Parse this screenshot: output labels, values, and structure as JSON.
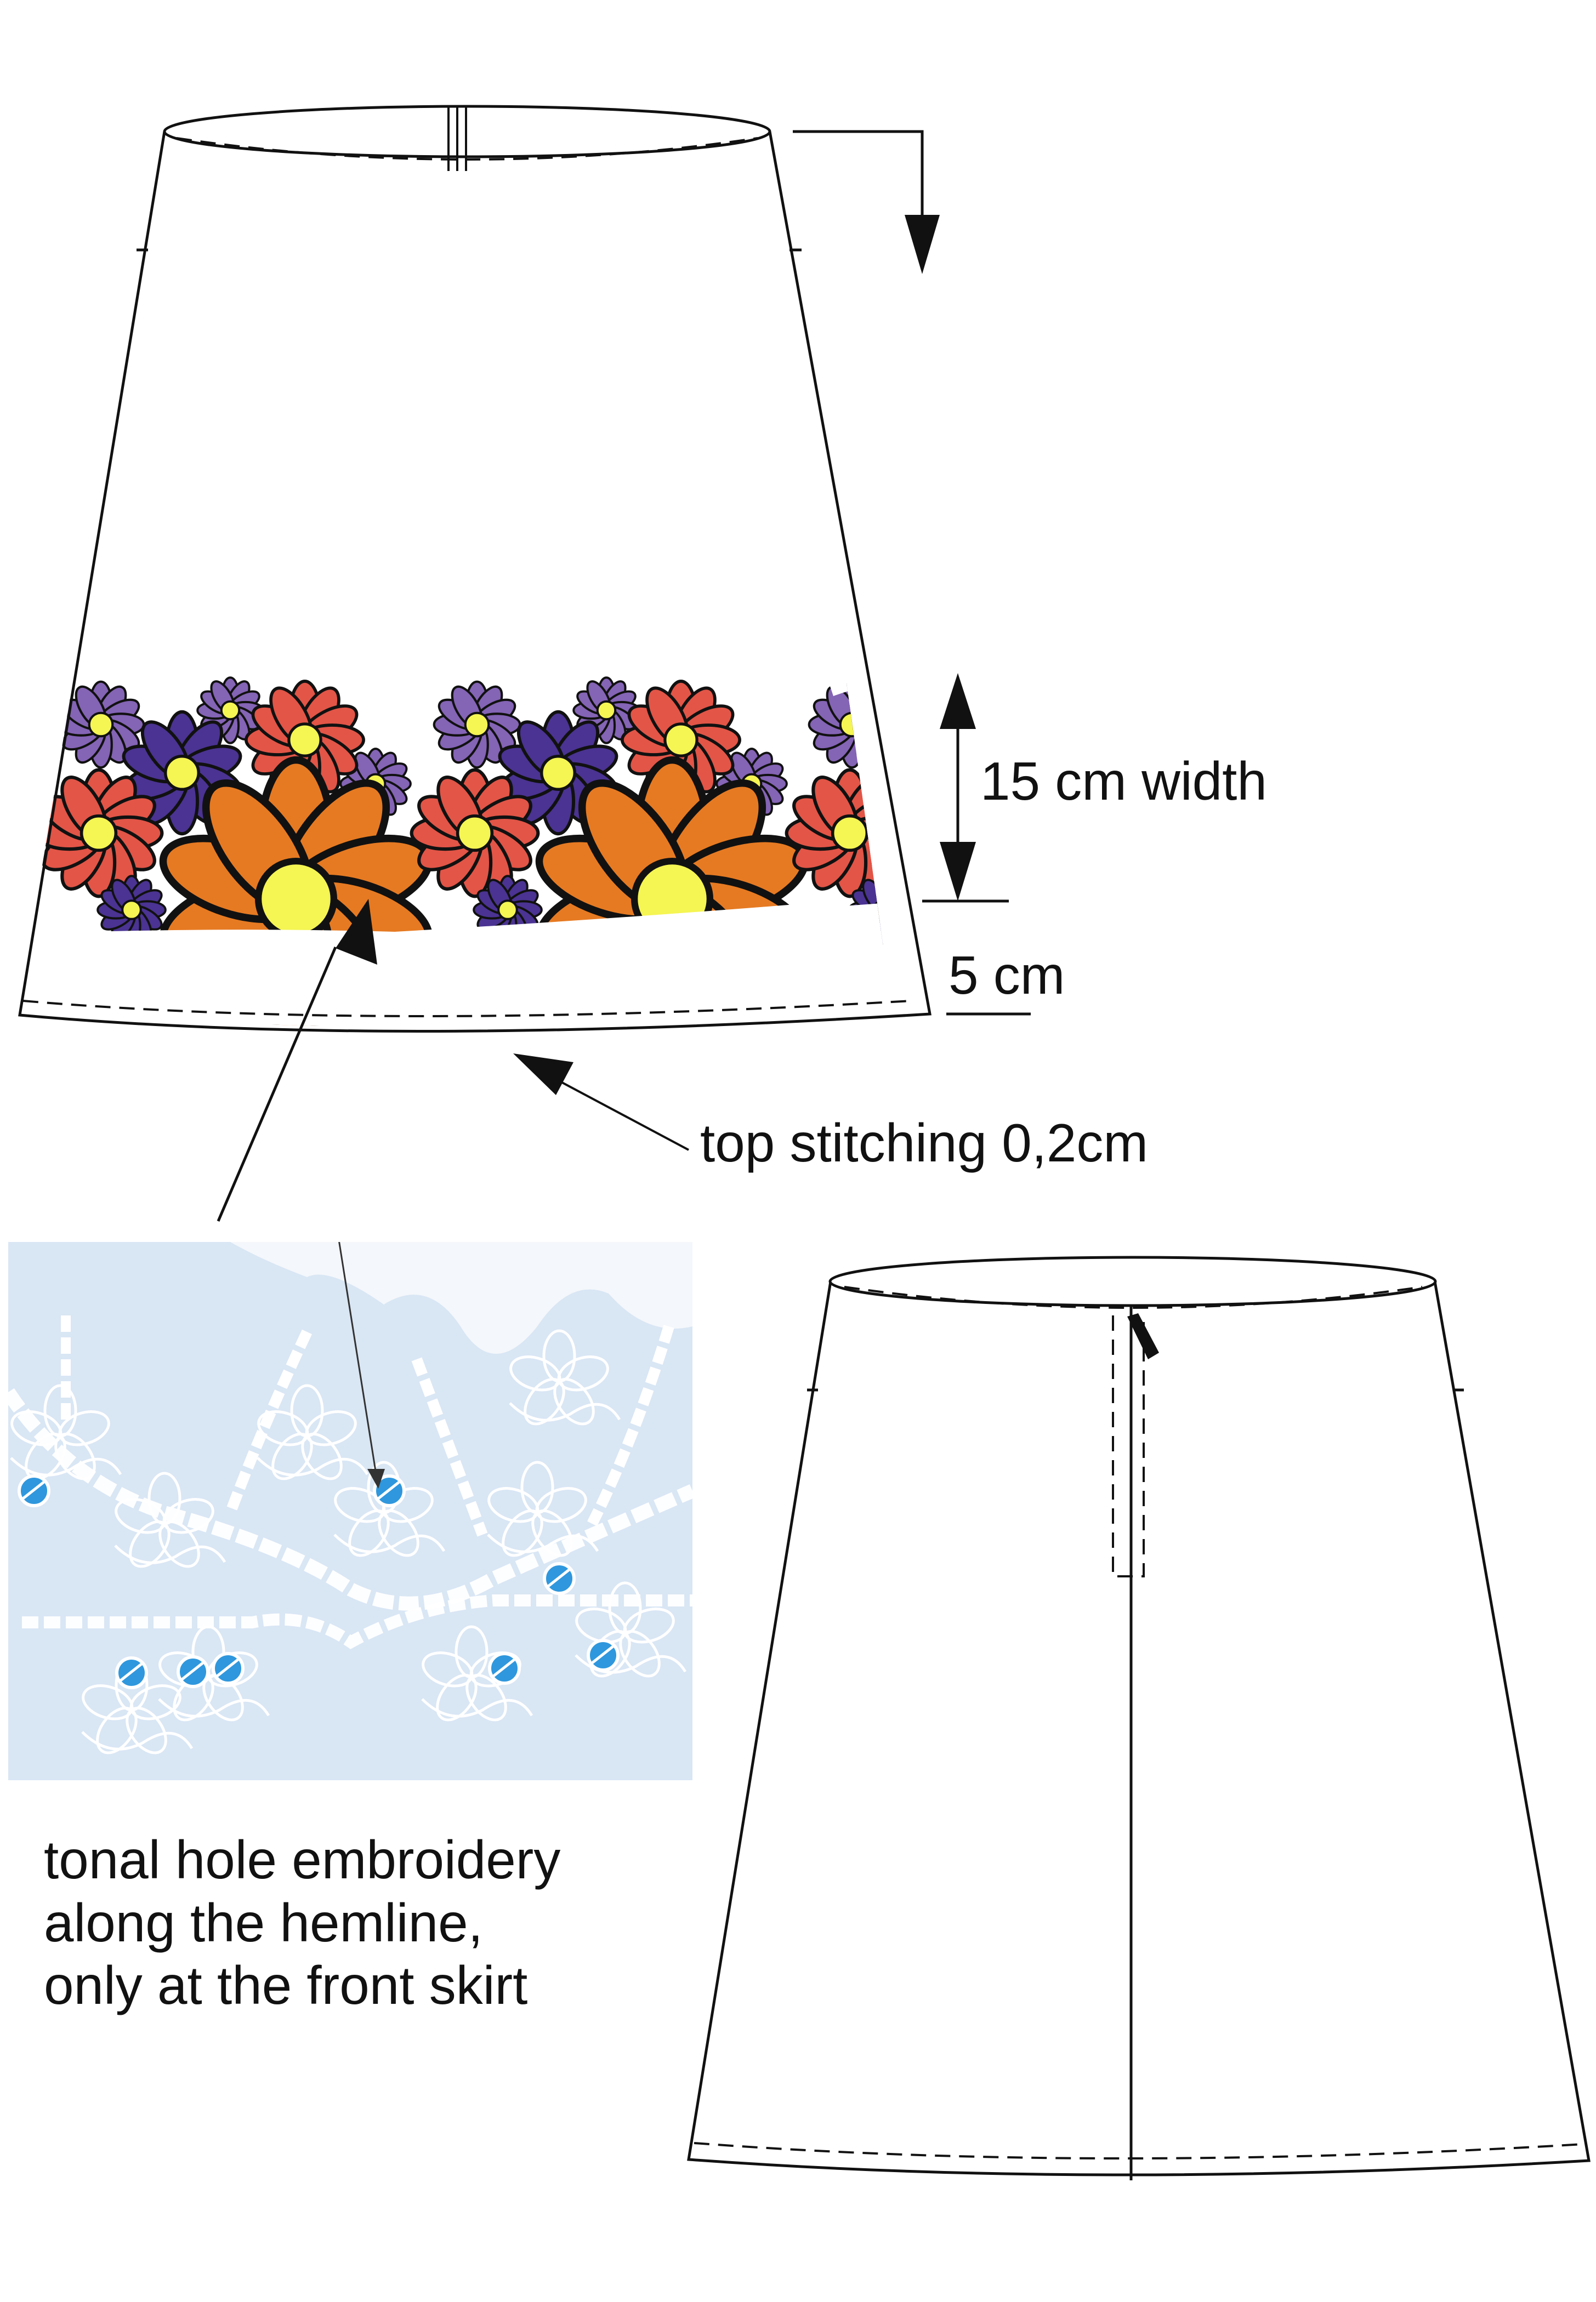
{
  "annotations": {
    "band_width": "15 cm width",
    "hem_margin": "5 cm",
    "stitching": "top stitching 0,2cm"
  },
  "note": {
    "lines": [
      "tonal hole embroidery",
      "along the hemline,",
      "only at the front skirt"
    ]
  },
  "colors": {
    "outline": "#111111",
    "orange_flower": "#e67a22",
    "red_flower": "#e25547",
    "violet_flower": "#8464b5",
    "indigo_flower": "#4a3392",
    "flower_center": "#f5f553",
    "fabric_blue": "#d9e6f4",
    "embroidery_hole": "#2f97dd"
  }
}
